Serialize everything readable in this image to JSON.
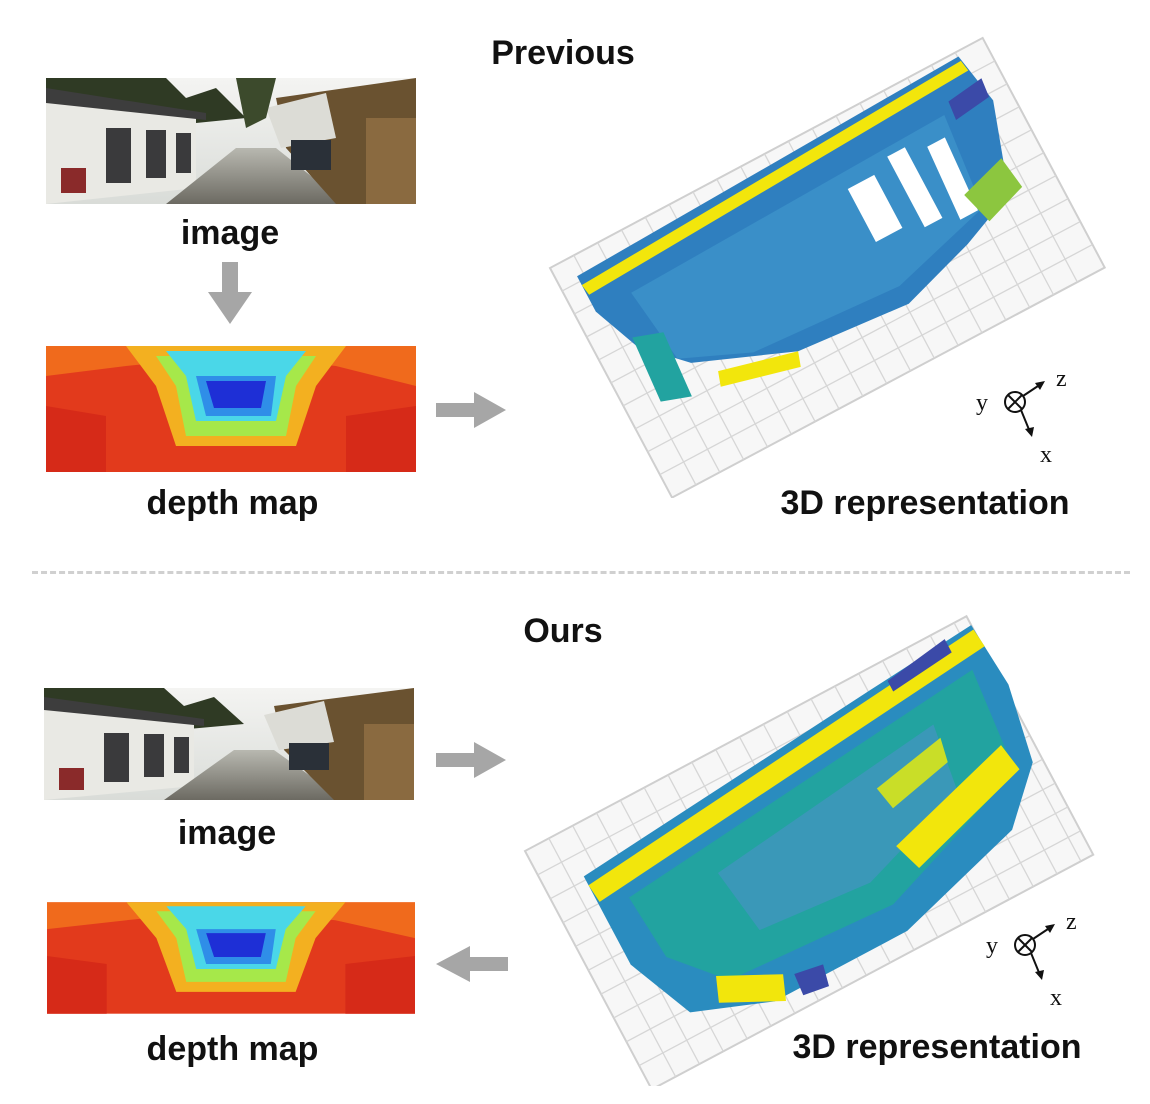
{
  "sections": {
    "previous": {
      "title": "Previous",
      "image_caption": "image",
      "depth_caption": "depth map",
      "repr_caption": "3D representation"
    },
    "ours": {
      "title": "Ours",
      "image_caption": "image",
      "depth_caption": "depth map",
      "repr_caption": "3D representation"
    }
  },
  "axes": {
    "y": "y",
    "z": "z",
    "x": "x"
  },
  "colors": {
    "arrow": "#a6a6a6",
    "divider": "#c8c8c8",
    "grid": "#d0d0d0",
    "depth_far": "#1e2fd6",
    "depth_mid": "#35d8e8",
    "depth_near": "#e8321c",
    "occ_blue": "#2f7fbf",
    "occ_teal": "#22a3a0",
    "occ_yellow": "#f2e60c"
  }
}
